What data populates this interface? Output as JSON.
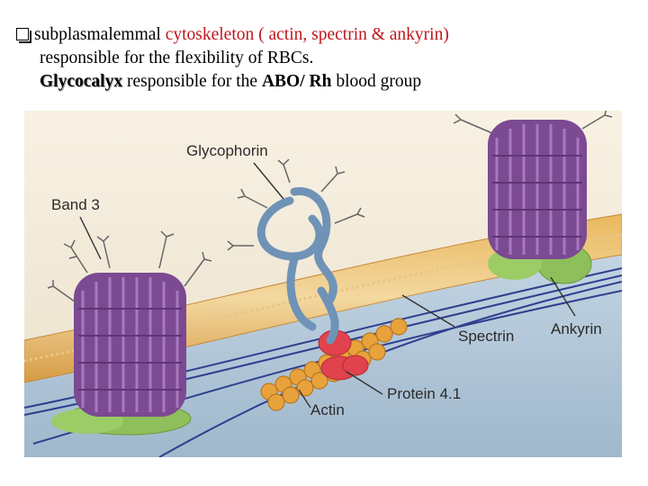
{
  "bullet_text": {
    "line1_a": "subplasmalemmal ",
    "line1_b": "cytoskeleton  ( actin, spectrin & ankyrin)",
    "line2": "responsible for the flexibility of RBCs.",
    "line3_a": "Glycocalyx",
    "line3_b": "  responsible for the ",
    "line3_c": "ABO/ Rh",
    "line3_d": " blood group"
  },
  "diagram_labels": {
    "glycophorin": "Glycophorin",
    "band3": "Band 3",
    "spectrin": "Spectrin",
    "ankyrin": "Ankyrin",
    "protein41": "Protein 4.1",
    "actin": "Actin"
  },
  "colors": {
    "accent_red": "#c0161c",
    "membrane": "#d9a24a",
    "band3_purple": "#7b4a92",
    "glycophorin_blue": "#6f93b6",
    "ankyrin_green": "#8fbf5a",
    "actin_orange": "#e8a23c",
    "protein41_red": "#e0434d",
    "spectrin_navy": "#2e3f8f"
  }
}
